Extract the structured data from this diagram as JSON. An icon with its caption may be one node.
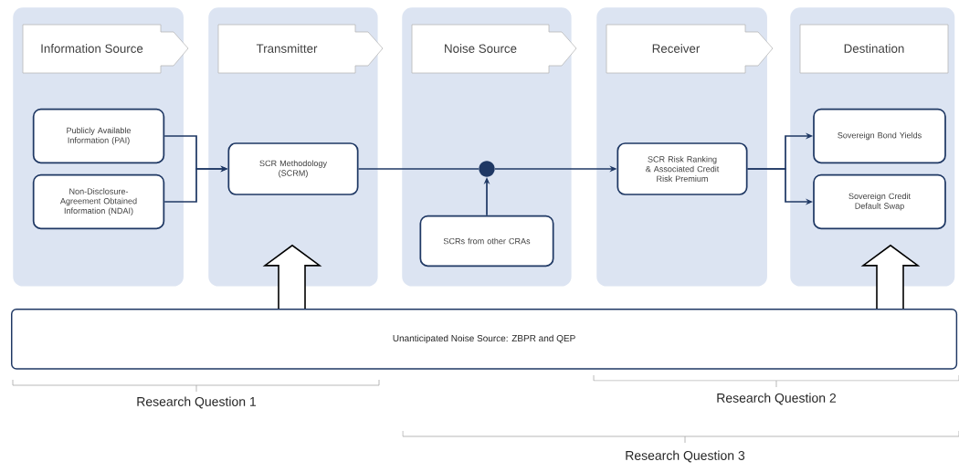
{
  "diagram": {
    "nodes": [
      {
        "text": [
          "Information Source"
        ]
      },
      {
        "text": [
          "Transmitter"
        ]
      },
      {
        "text": [
          "Noise Source"
        ]
      },
      {
        "text": [
          "Receiver"
        ]
      },
      {
        "text": [
          "Destination"
        ]
      },
      {
        "text": [
          "Publicly Available Information (PAI)"
        ],
        "in": 0
      },
      {
        "text": [
          "Non-Disclosure-Agreement Obtained Information (NDAI)"
        ],
        "in": 0
      },
      {
        "text": [
          "SCR Methodology (SCRM)"
        ],
        "in": 1
      },
      {
        "text": [],
        "shape": "circle",
        "in": 2
      },
      {
        "text": [
          "SCRs from other CRAs"
        ],
        "in": 2
      },
      {
        "text": [
          "SCR Risk Ranking & Associated Credit Risk Premium"
        ],
        "in": 3
      },
      {
        "text": [
          "Sovereign Bond Yields"
        ],
        "in": 4
      },
      {
        "text": [
          "Sovereign Credit Default Swap"
        ],
        "in": 4
      },
      {
        "text": [
          "Unanticipated Noise Source: ZBPR and QEP"
        ]
      }
    ],
    "edges": [
      {
        "from": 5,
        "to": 7,
        "arrow": "to"
      },
      {
        "from": 6,
        "to": 7,
        "arrow": "to"
      },
      {
        "from": 7,
        "to": 8,
        "arrow": "none"
      },
      {
        "from": 9,
        "to": 8,
        "arrow": "to"
      },
      {
        "from": 8,
        "to": 10,
        "arrow": "to"
      },
      {
        "from": 10,
        "to": 11,
        "arrow": "to"
      },
      {
        "from": 10,
        "to": 12,
        "arrow": "to"
      },
      {
        "from": 13,
        "to": 1,
        "arrow": "to"
      },
      {
        "from": 13,
        "to": 4,
        "arrow": "to"
      }
    ],
    "labels": [
      "Research Question 1",
      "Research Question 2",
      "Research Question 3"
    ]
  }
}
